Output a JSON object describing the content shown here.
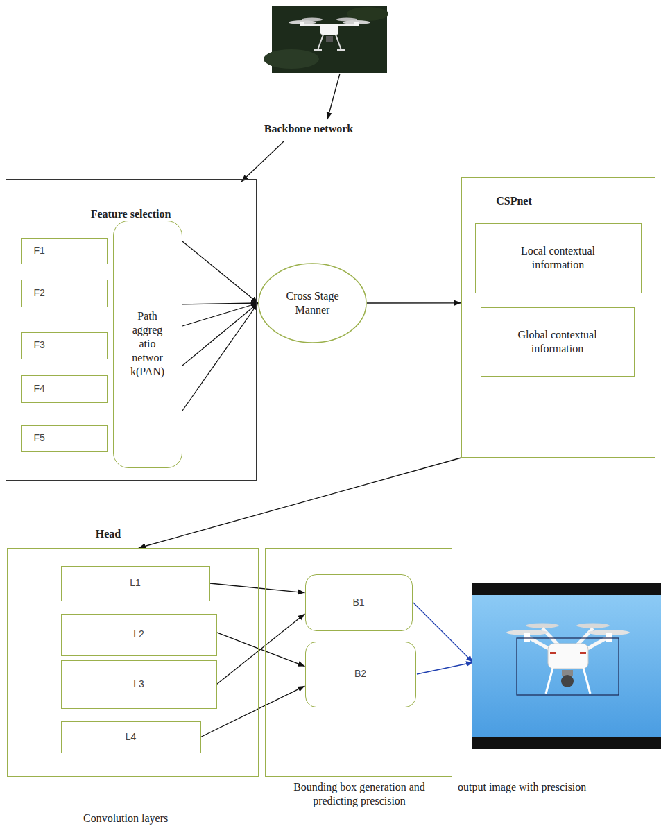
{
  "diagram": {
    "nodes": [
      {
        "text": [
          "Feature selection"
        ]
      },
      {
        "text": [
          "F1"
        ],
        "in": 0
      },
      {
        "text": [
          "F2"
        ],
        "in": 0
      },
      {
        "text": [
          "F3"
        ],
        "in": 0
      },
      {
        "text": [
          "F4"
        ],
        "in": 0
      },
      {
        "text": [
          "F5"
        ],
        "in": 0
      },
      {
        "text": [
          "Path aggreg atio networ k(PAN)"
        ],
        "in": 0
      },
      {
        "text": [
          "Cross Stage Manner"
        ]
      },
      {
        "text": [
          "CSPnet"
        ]
      },
      {
        "text": [
          "Local contextual information"
        ],
        "in": 8
      },
      {
        "text": [
          "Global contextual information"
        ],
        "in": 8
      },
      {
        "text": [
          "Head"
        ]
      },
      {
        "text": [
          "L1"
        ],
        "in": 11
      },
      {
        "text": [
          "L2"
        ],
        "in": 11
      },
      {
        "text": [
          "L3"
        ],
        "in": 11
      },
      {
        "text": [
          "L4"
        ],
        "in": 11
      },
      {
        "text": [
          "Bounding box generation and predicting prescision"
        ]
      },
      {
        "text": [
          "B1"
        ],
        "in": 16
      },
      {
        "text": [
          "B2"
        ],
        "in": 16
      }
    ],
    "edges": [
      {
        "from": 6,
        "to": 7,
        "arrow": "to"
      },
      {
        "from": 7,
        "to": 8,
        "arrow": "to"
      },
      {
        "from": 8,
        "to": 11,
        "arrow": "to"
      },
      {
        "from": 12,
        "to": 17,
        "arrow": "to"
      },
      {
        "from": 13,
        "to": 18,
        "arrow": "to"
      },
      {
        "from": 14,
        "to": 17,
        "arrow": "to"
      },
      {
        "from": 15,
        "to": 18,
        "arrow": "to"
      }
    ],
    "labels": [
      "Backbone network",
      "output image with prescision",
      "Convolution layers"
    ]
  }
}
